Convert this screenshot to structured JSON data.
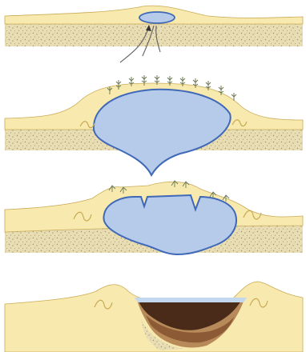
{
  "figure": {
    "panels": [
      {
        "id": "stage-1",
        "feature": "small-lens"
      },
      {
        "id": "stage-2",
        "feature": "large-lens-with-vegetated-mound"
      },
      {
        "id": "stage-3",
        "feature": "collapsing-lens"
      },
      {
        "id": "stage-4",
        "feature": "basin-with-sediment-layers"
      }
    ]
  },
  "colors": {
    "background": "#ffffff",
    "sand": "#f8eaae",
    "sand_outline": "#c9aa55",
    "gravel": "#e9ddb4",
    "gravel_speckle": "#9c8e68",
    "ice_fill": "#b6cbe9",
    "ice_outline": "#3f68b8",
    "water": "#c3d8ee",
    "sediment_dark": "#4a2a18",
    "sediment_mid": "#8c5a35",
    "sediment_light": "#b88a5a",
    "arrow": "#666666",
    "plant": "#6b7a55"
  }
}
